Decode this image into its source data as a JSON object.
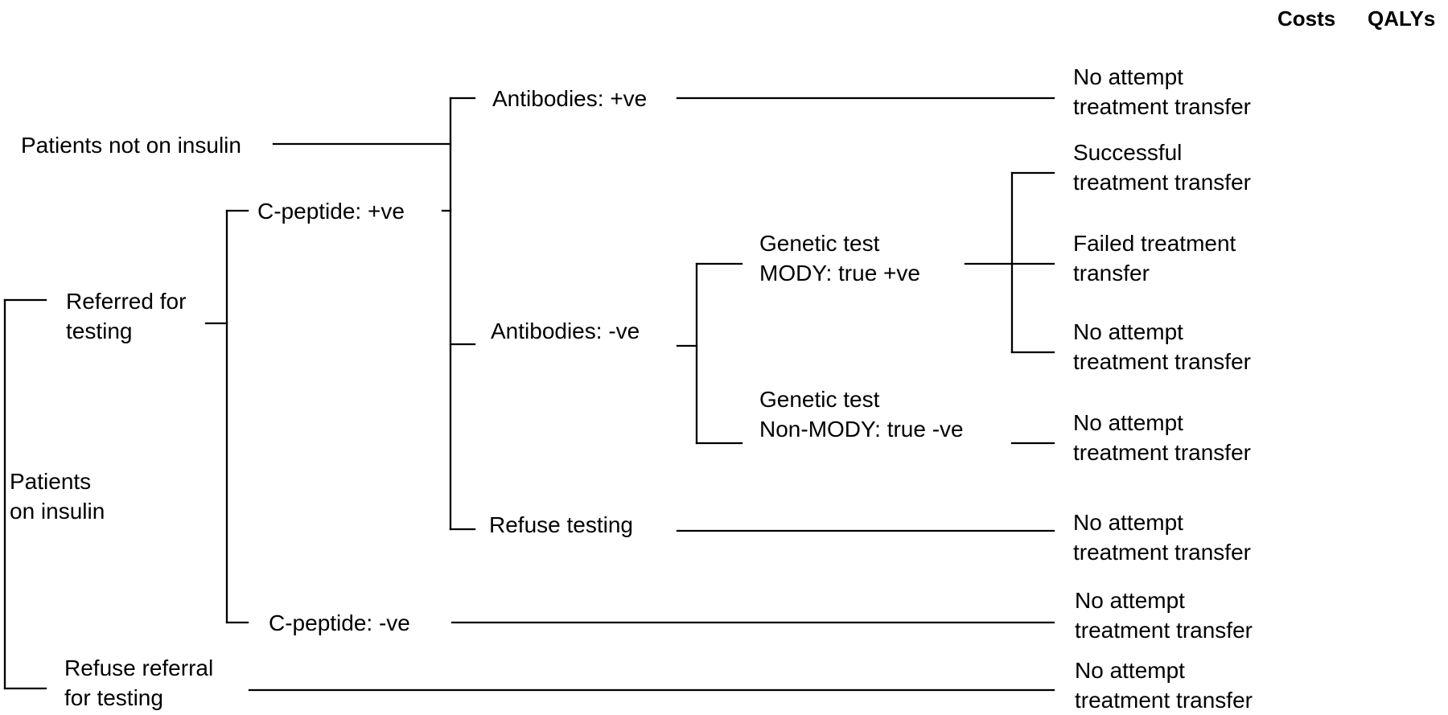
{
  "header": {
    "costs": "Costs",
    "qalys": "QALYs"
  },
  "nodes": {
    "patients_not_on_insulin": "Patients not on insulin",
    "patients_on_insulin": "Patients\non insulin",
    "referred_for_testing": "Referred for\ntesting",
    "refuse_referral": "Refuse referral\nfor testing",
    "cpeptide_pos": "C-peptide: +ve",
    "cpeptide_neg": "C-peptide: -ve",
    "antibodies_pos": "Antibodies: +ve",
    "antibodies_neg": "Antibodies: -ve",
    "refuse_testing": "Refuse testing",
    "genetic_mody": "Genetic test\nMODY: true +ve",
    "genetic_non_mody": "Genetic test\nNon-MODY: true -ve"
  },
  "outcomes": {
    "antibodies_pos": "No attempt\ntreatment transfer",
    "mody_successful": "Successful\ntreatment transfer",
    "mody_failed": "Failed treatment\ntransfer",
    "mody_no_attempt": "No attempt\ntreatment transfer",
    "non_mody": "No attempt\ntreatment transfer",
    "refuse_testing": "No attempt\ntreatment transfer",
    "cpeptide_neg": "No attempt\ntreatment transfer",
    "refuse_referral": "No attempt\ntreatment transfer"
  }
}
